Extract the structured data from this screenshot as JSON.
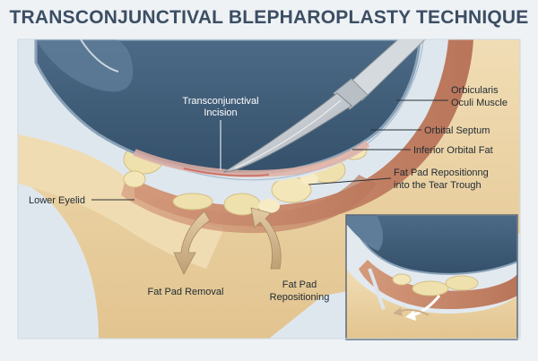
{
  "title": "TRANSCONJUNCTIVAL BLEPHAROPLASTY TECHNIQUE",
  "labels": {
    "incision": [
      "Transconjunctival",
      "Incision"
    ],
    "orbicularis": [
      "Orbicularis",
      "Oculi Muscle"
    ],
    "septum": "Orbital Septum",
    "inferior_fat": "Inferior Orbital Fat",
    "repositioning_trough": [
      "Fat Pad Repositionng",
      "into the Tear Trough"
    ],
    "lower_eyelid": "Lower Eyelid",
    "fat_removal": "Fat Pad Removal",
    "fat_repositioning": [
      "Fat Pad",
      "Repositioning"
    ]
  },
  "colors": {
    "title": "#3c4e63",
    "skin": "#e9d3a6",
    "globe": "#3e5972",
    "muscle": "#c98a6e",
    "fat": "#efe1ad",
    "arrow": "#cdb089",
    "scalpel": "#c7ccd1"
  }
}
